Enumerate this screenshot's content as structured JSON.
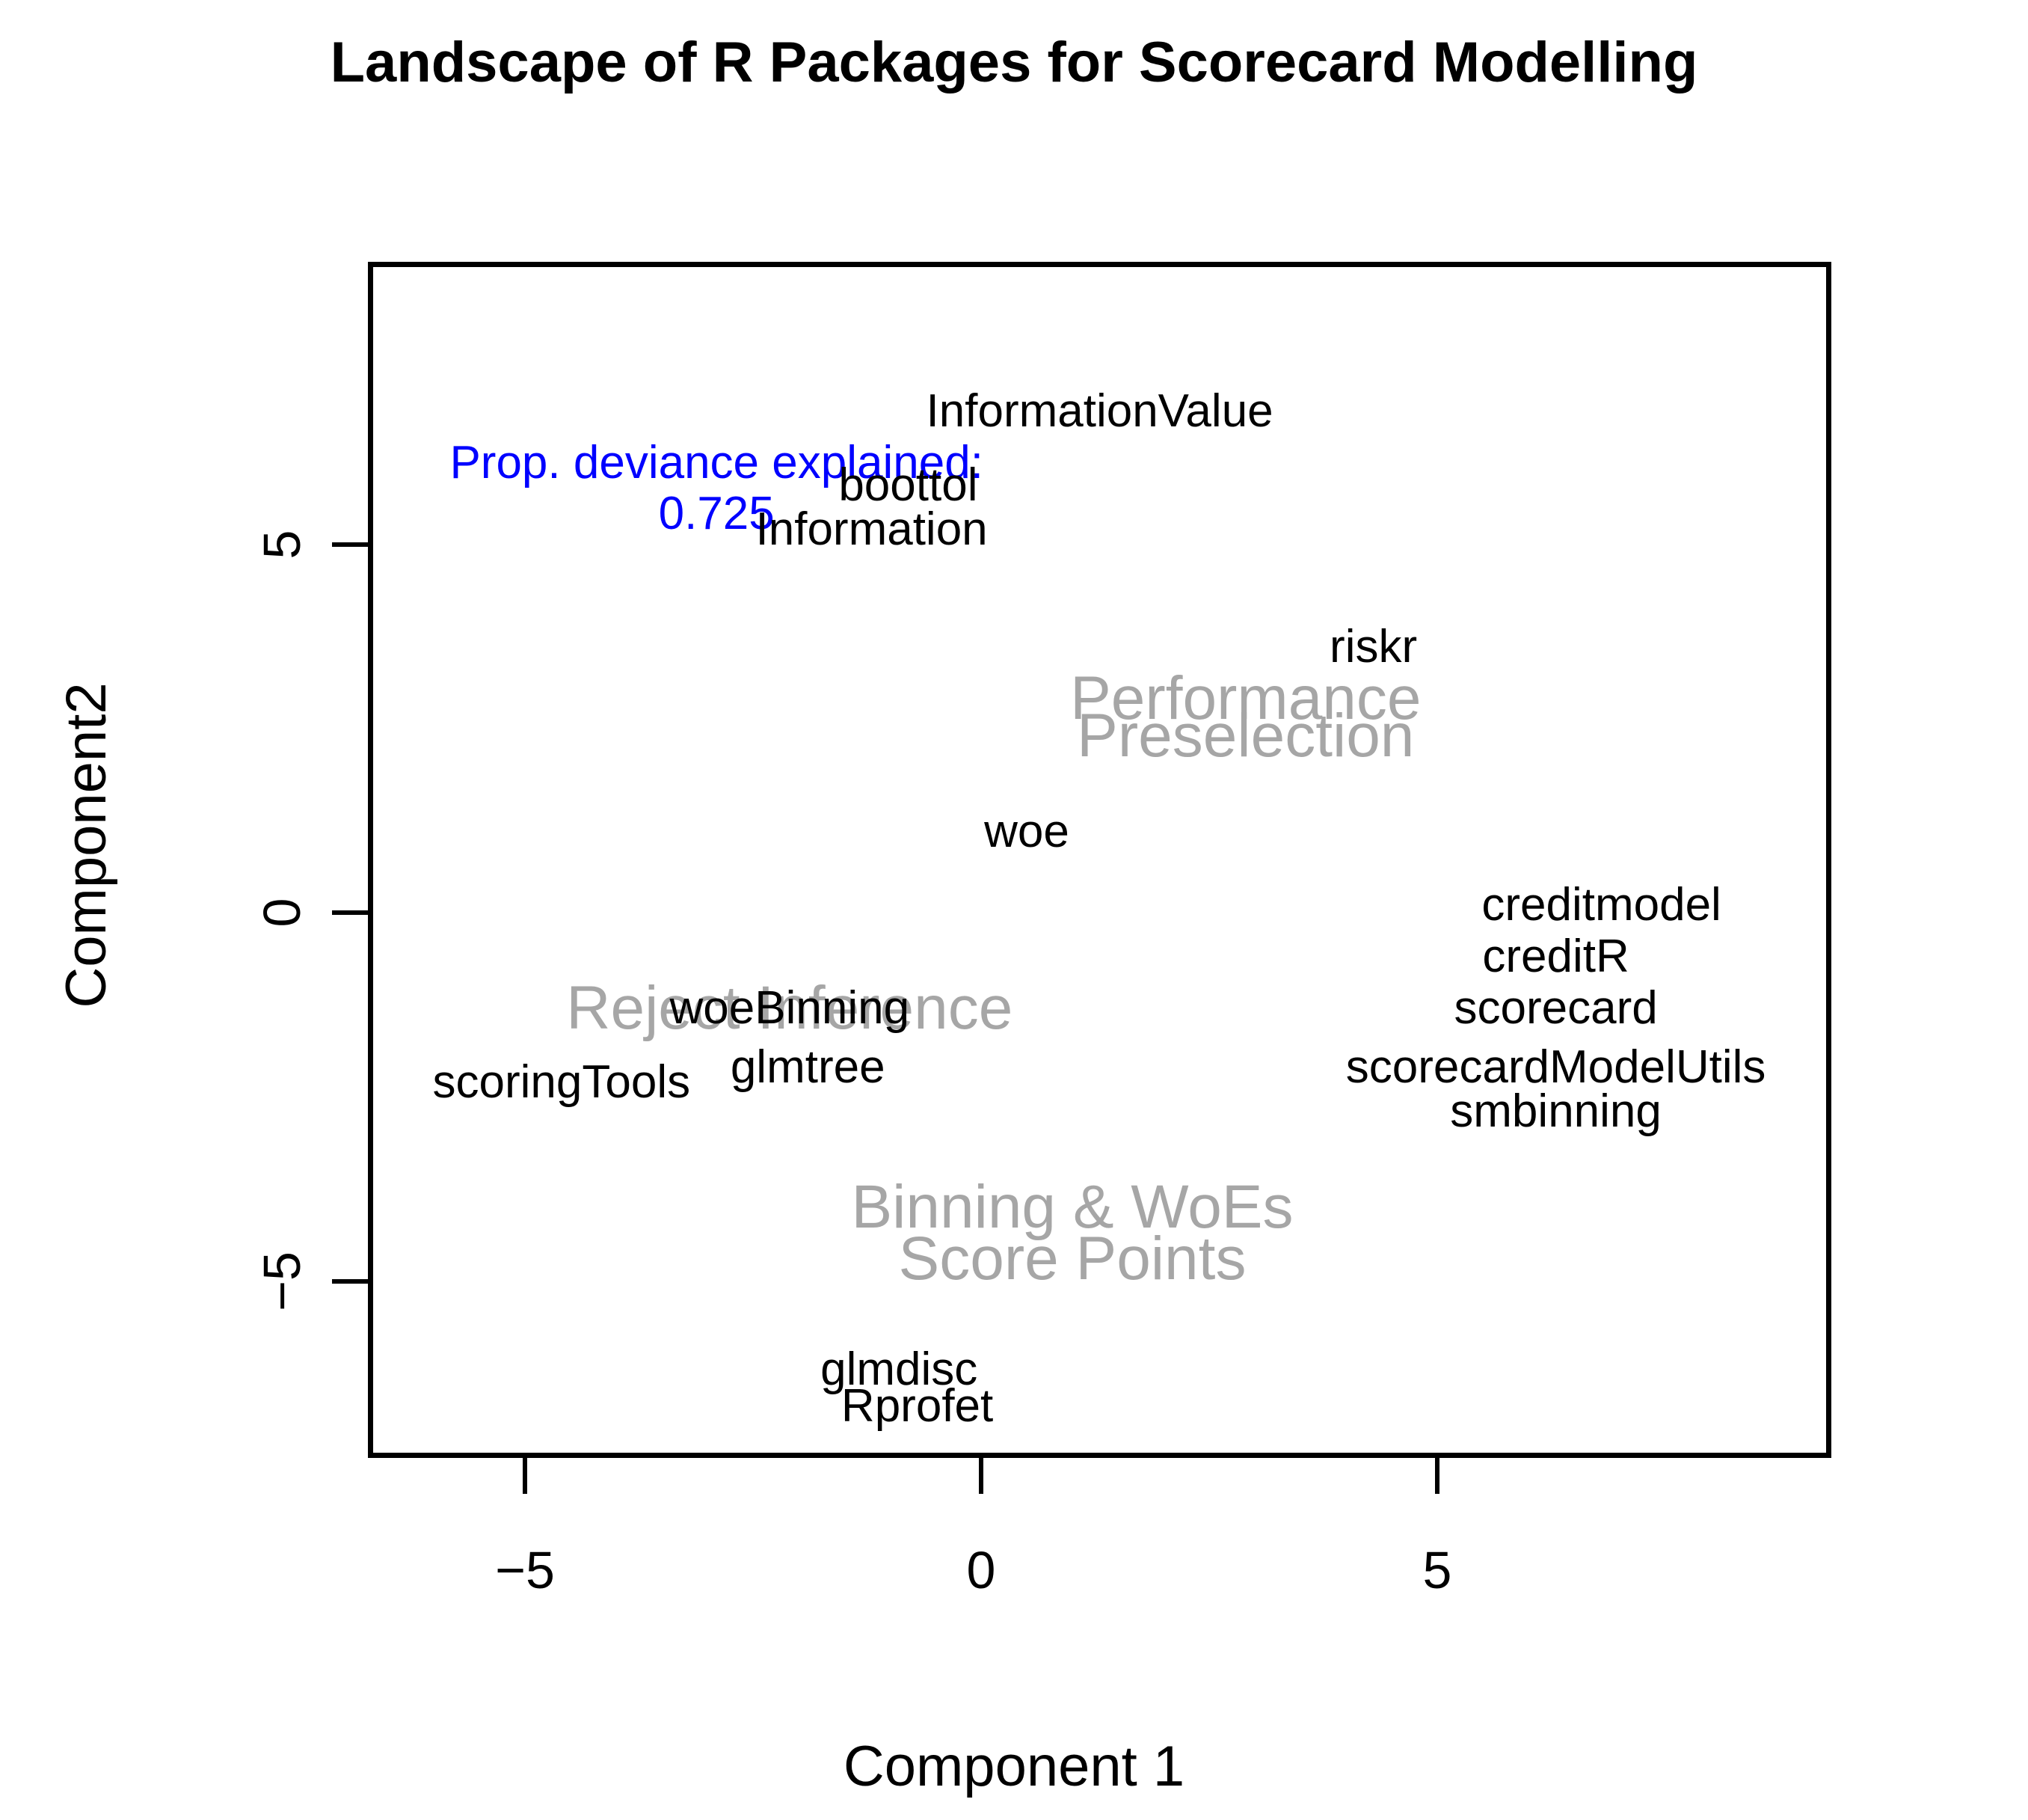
{
  "chart_data": {
    "type": "scatter",
    "title": "Landscape of R Packages for Scorecard Modelling",
    "xlabel": "Component 1",
    "ylabel": "Component2",
    "xlim": [
      -6.6,
      9.5
    ],
    "ylim": [
      -8.8,
      7.4
    ],
    "xticks": [
      -5,
      0,
      5
    ],
    "xticklabels": [
      "−5",
      "0",
      "5"
    ],
    "yticks": [
      -5,
      0,
      5
    ],
    "yticklabels": [
      "−5",
      "0",
      "5"
    ],
    "grid": false,
    "legend": "none",
    "annotation": {
      "lines": [
        "Prop. deviance explained:",
        "0.725"
      ],
      "value": 0.725,
      "color": "#0000ff",
      "x": -2.9,
      "y": 6.1
    },
    "colors": {
      "package_label": "#000000",
      "cluster_label": "#a6a6a6",
      "annotation": "#0000ff",
      "axis": "#000000",
      "background": "#ffffff"
    },
    "package_points": [
      {
        "label": "InformationValue",
        "x": 1.3,
        "y": 6.8
      },
      {
        "label": "boottol",
        "x": -0.8,
        "y": 5.8
      },
      {
        "label": "Information",
        "x": -1.2,
        "y": 5.2
      },
      {
        "label": "riskr",
        "x": 4.3,
        "y": 3.6
      },
      {
        "label": "woe",
        "x": 0.5,
        "y": 1.1
      },
      {
        "label": "creditmodel",
        "x": 6.8,
        "y": 0.1
      },
      {
        "label": "creditR",
        "x": 6.3,
        "y": -0.6
      },
      {
        "label": "woeBinning",
        "x": -2.1,
        "y": -1.3
      },
      {
        "label": "scorecard",
        "x": 6.3,
        "y": -1.3
      },
      {
        "label": "glmtree",
        "x": -1.9,
        "y": -2.1
      },
      {
        "label": "scoringTools",
        "x": -4.6,
        "y": -2.3
      },
      {
        "label": "scorecardModelUtils",
        "x": 6.3,
        "y": -2.1
      },
      {
        "label": "smbinning",
        "x": 6.3,
        "y": -2.7
      },
      {
        "label": "glmdisc",
        "x": -0.9,
        "y": -6.2
      },
      {
        "label": "Rprofet",
        "x": -0.7,
        "y": -6.7
      }
    ],
    "cluster_points": [
      {
        "label": "Performance",
        "x": 2.9,
        "y": 2.9
      },
      {
        "label": "Preselection",
        "x": 2.9,
        "y": 2.4
      },
      {
        "label": "Reject Inference",
        "x": -2.1,
        "y": -1.3
      },
      {
        "label": "Binning & WoEs",
        "x": 1.0,
        "y": -4.0
      },
      {
        "label": "Score Points",
        "x": 1.0,
        "y": -4.7
      }
    ]
  },
  "figure": {
    "title": "Landscape of R Packages for Scorecard Modelling",
    "xlab": "Component 1",
    "ylab": "Component2"
  }
}
